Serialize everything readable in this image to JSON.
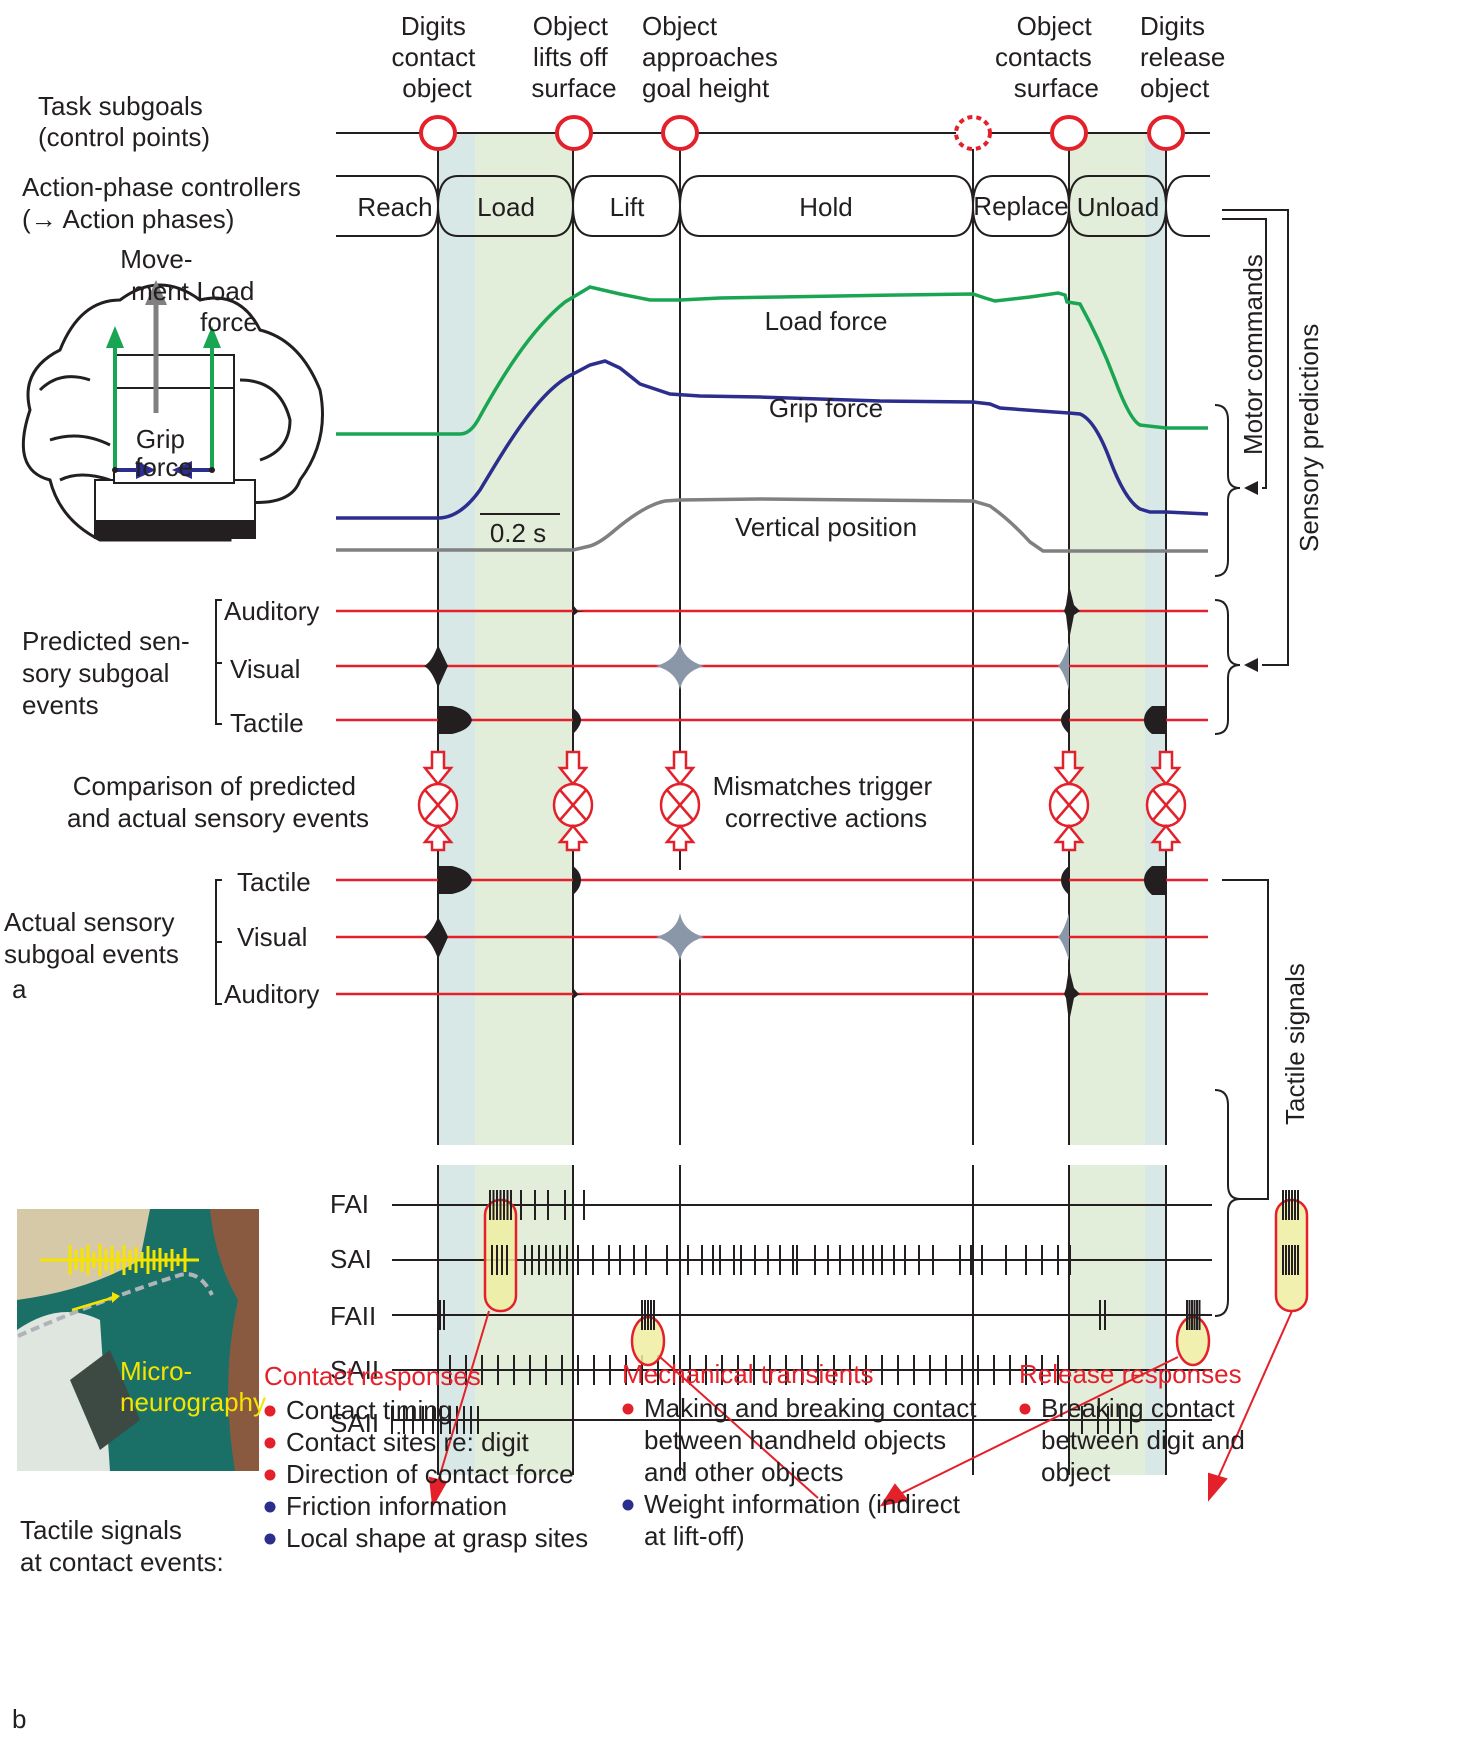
{
  "subgoal_events": [
    {
      "lines": [
        "Digits",
        "contact",
        "object"
      ]
    },
    {
      "lines": [
        "Object",
        "lifts off",
        "surface"
      ]
    },
    {
      "lines": [
        "Object",
        "approaches",
        "goal height"
      ]
    },
    {
      "lines": [
        "Object",
        "contacts",
        "surface"
      ]
    },
    {
      "lines": [
        "Digits",
        "release",
        "object"
      ]
    }
  ],
  "left_labels": {
    "task_subgoals": [
      "Task subgoals",
      "(control points)"
    ],
    "action_controllers": [
      "Action-phase controllers",
      "(→ Action phases)"
    ],
    "predicted_events": [
      "Predicted sen-",
      "sory subgoal",
      "events"
    ],
    "comparison": [
      "Comparison of predicted",
      "and actual sensory events"
    ],
    "actual_events": [
      "Actual sensory",
      "subgoal events"
    ],
    "panel_a": "a",
    "panel_b": "b",
    "tactile_at_contact": [
      "Tactile signals",
      "at contact events:"
    ]
  },
  "phases": [
    "Reach",
    "Load",
    "Lift",
    "Hold",
    "Replace",
    "Unload"
  ],
  "hand_labels": {
    "movement": [
      "Move-",
      "ment"
    ],
    "load_force": [
      "Load",
      "force"
    ],
    "grip_force": [
      "Grip",
      "force"
    ]
  },
  "traces": {
    "load_force": "Load force",
    "grip_force": "Grip force",
    "vertical_position": "Vertical position",
    "scale_bar": "0.2 s"
  },
  "predicted_channels": [
    "Auditory",
    "Visual",
    "Tactile"
  ],
  "actual_channels": [
    "Tactile",
    "Visual",
    "Auditory"
  ],
  "mismatch_text": [
    "Mismatches trigger",
    "corrective actions"
  ],
  "right_labels": {
    "motor_commands": "Motor commands",
    "sensory_predictions": "Sensory predictions",
    "tactile_signals": "Tactile signals"
  },
  "afferent_types": [
    "FAI",
    "SAI",
    "FAII",
    "SAII",
    "SAII"
  ],
  "photo_label": [
    "Micro-",
    "neurography"
  ],
  "categories": [
    {
      "title": "Contact responses",
      "items": [
        {
          "text": [
            "Contact timing"
          ],
          "bullet": "red"
        },
        {
          "text": [
            "Contact sites re: digit"
          ],
          "bullet": "red"
        },
        {
          "text": [
            "Direction of contact force"
          ],
          "bullet": "red"
        },
        {
          "text": [
            "Friction information"
          ],
          "bullet": "blue"
        },
        {
          "text": [
            "Local shape at grasp sites"
          ],
          "bullet": "blue"
        }
      ]
    },
    {
      "title": "Mechanical transients",
      "items": [
        {
          "text": [
            "Making and breaking contact",
            "between handheld objects",
            "and other objects"
          ],
          "bullet": "red"
        },
        {
          "text": [
            "Weight information (indirect",
            "at lift-off)"
          ],
          "bullet": "blue"
        }
      ]
    },
    {
      "title": "Release responses",
      "items": [
        {
          "text": [
            "Breaking contact",
            "between digit and",
            "object"
          ],
          "bullet": "red"
        }
      ]
    }
  ],
  "colors": {
    "red": "#e4202a",
    "load_green": "#1aa553",
    "grip_blue": "#2b2e8c",
    "position_gray": "#808080",
    "band_green": "#e2eed9",
    "band_blue": "#d7e8e6",
    "highlight_yellow": "#eeeda0"
  }
}
